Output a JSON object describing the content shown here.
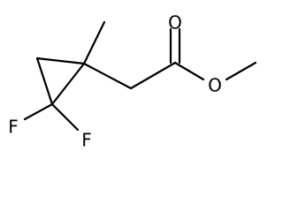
{
  "molecule": {
    "atoms": {
      "fluorine_left": "F",
      "fluorine_right": "F",
      "carbonyl_oxygen": "O",
      "ester_oxygen": "O"
    }
  }
}
